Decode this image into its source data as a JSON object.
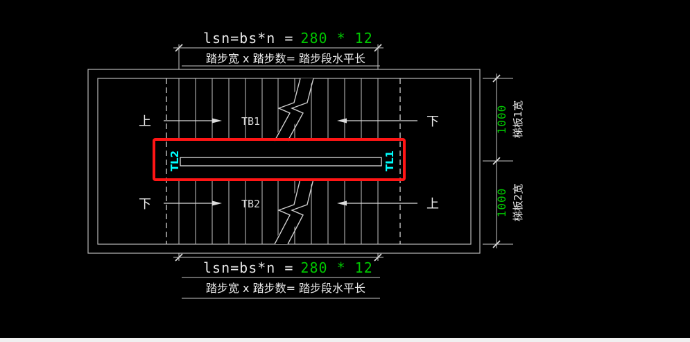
{
  "annotations": {
    "top": {
      "formula_lhs": "lsn=bs*n =",
      "formula_value": "280 * 12",
      "caption": "踏步宽 x 踏步数= 踏步段水平长"
    },
    "bottom": {
      "formula_lhs": "lsn=bs*n =",
      "formula_value": "280 * 12",
      "caption": "踏步宽 x 踏步数= 踏步段水平长"
    }
  },
  "plan": {
    "flight1": {
      "label": "TB1",
      "left_direction": "上",
      "right_direction": "下"
    },
    "flight2": {
      "label": "TB2",
      "left_direction": "下",
      "right_direction": "上"
    },
    "beam": {
      "left_label": "TL2",
      "right_label": "TL1"
    }
  },
  "dims": {
    "right": {
      "seg1": {
        "value": "1000",
        "label": "梯板1宽"
      },
      "seg2": {
        "value": "1000",
        "label": "梯板2宽"
      }
    }
  },
  "colors": {
    "background": "#000000",
    "line_gray": "#b9b9b9",
    "formula_green": "#00c800",
    "beam_label_cyan": "#00ffff",
    "highlight_red": "#ff1515"
  }
}
